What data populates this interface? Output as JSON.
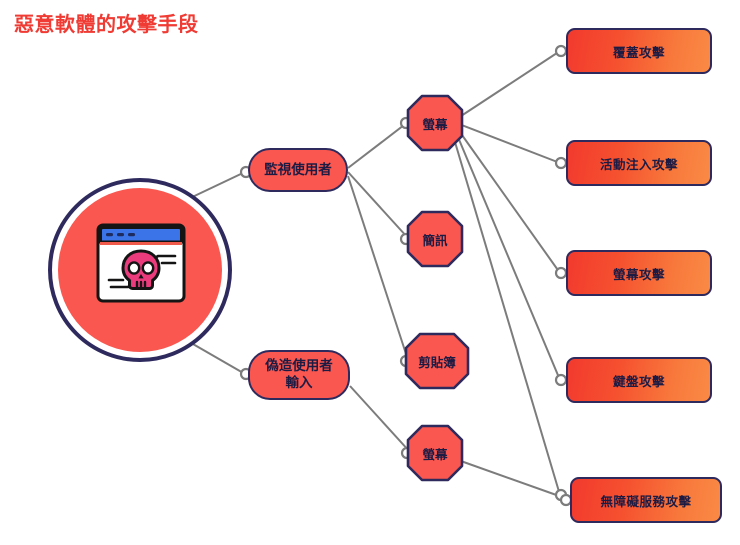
{
  "page": {
    "title": "惡意軟體的攻擊手段",
    "title_color": "#ef3b33",
    "background": "#ffffff"
  },
  "center": {
    "icon_name": "malware-browser-skull-icon",
    "ring_color": "#2e2a5e",
    "fill_color": "#f9574f",
    "skull_color": "#ec3b7c",
    "browser_bar_color": "#3b74e8"
  },
  "branches": [
    {
      "id": "monitor",
      "label": "監視使用者",
      "fill": "#f9574f",
      "border": "#2e2a5e"
    },
    {
      "id": "forge",
      "label": "偽造使用者\n輸入",
      "line1": "偽造使用者",
      "line2": "輸入",
      "fill": "#f9574f",
      "border": "#2e2a5e"
    }
  ],
  "channels": [
    {
      "id": "screen-top",
      "label": "螢幕"
    },
    {
      "id": "sms",
      "label": "簡訊"
    },
    {
      "id": "clipboard",
      "label": "剪貼簿"
    },
    {
      "id": "screen-bottom",
      "label": "螢幕"
    }
  ],
  "attacks": [
    {
      "id": "overlay",
      "label": "覆蓋攻擊"
    },
    {
      "id": "activity-injection",
      "label": "活動注入攻擊"
    },
    {
      "id": "screen-attack",
      "label": "螢幕攻擊"
    },
    {
      "id": "keyboard-attack",
      "label": "鍵盤攻擊"
    },
    {
      "id": "accessibility-attack",
      "label": "無障礙服務攻擊"
    }
  ],
  "style": {
    "edge_color": "#7c7c7c",
    "edge_width": 2,
    "node_text_color": "#1d1b44",
    "gradient_from": "#f23a2e",
    "gradient_to": "#fa8a46"
  }
}
